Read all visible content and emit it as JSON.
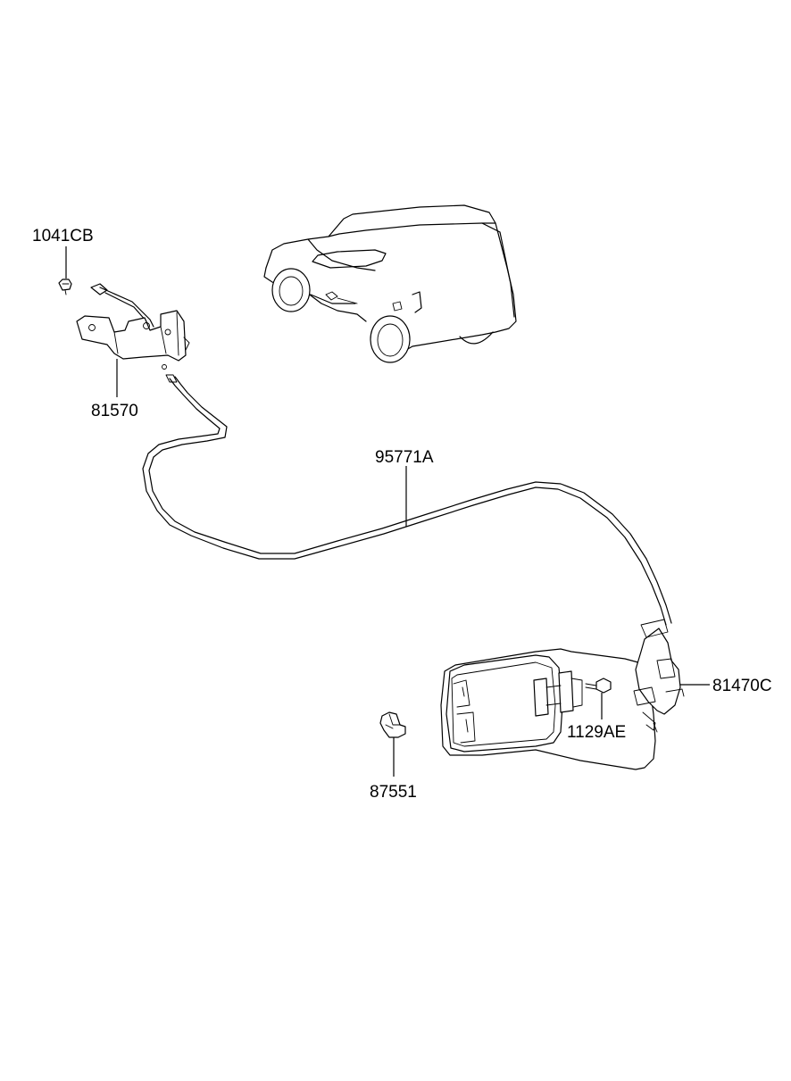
{
  "parts": {
    "screw_1041CB": {
      "label": "1041CB"
    },
    "opener_lever_81570": {
      "label": "81570"
    },
    "cable_95771A": {
      "label": "95771A"
    },
    "fuel_door_81470C": {
      "label": "81470C"
    },
    "bolt_1129AE": {
      "label": "1129AE"
    },
    "bumper_87551": {
      "label": "87551"
    }
  },
  "colors": {
    "line": "#000000",
    "background": "#ffffff"
  }
}
